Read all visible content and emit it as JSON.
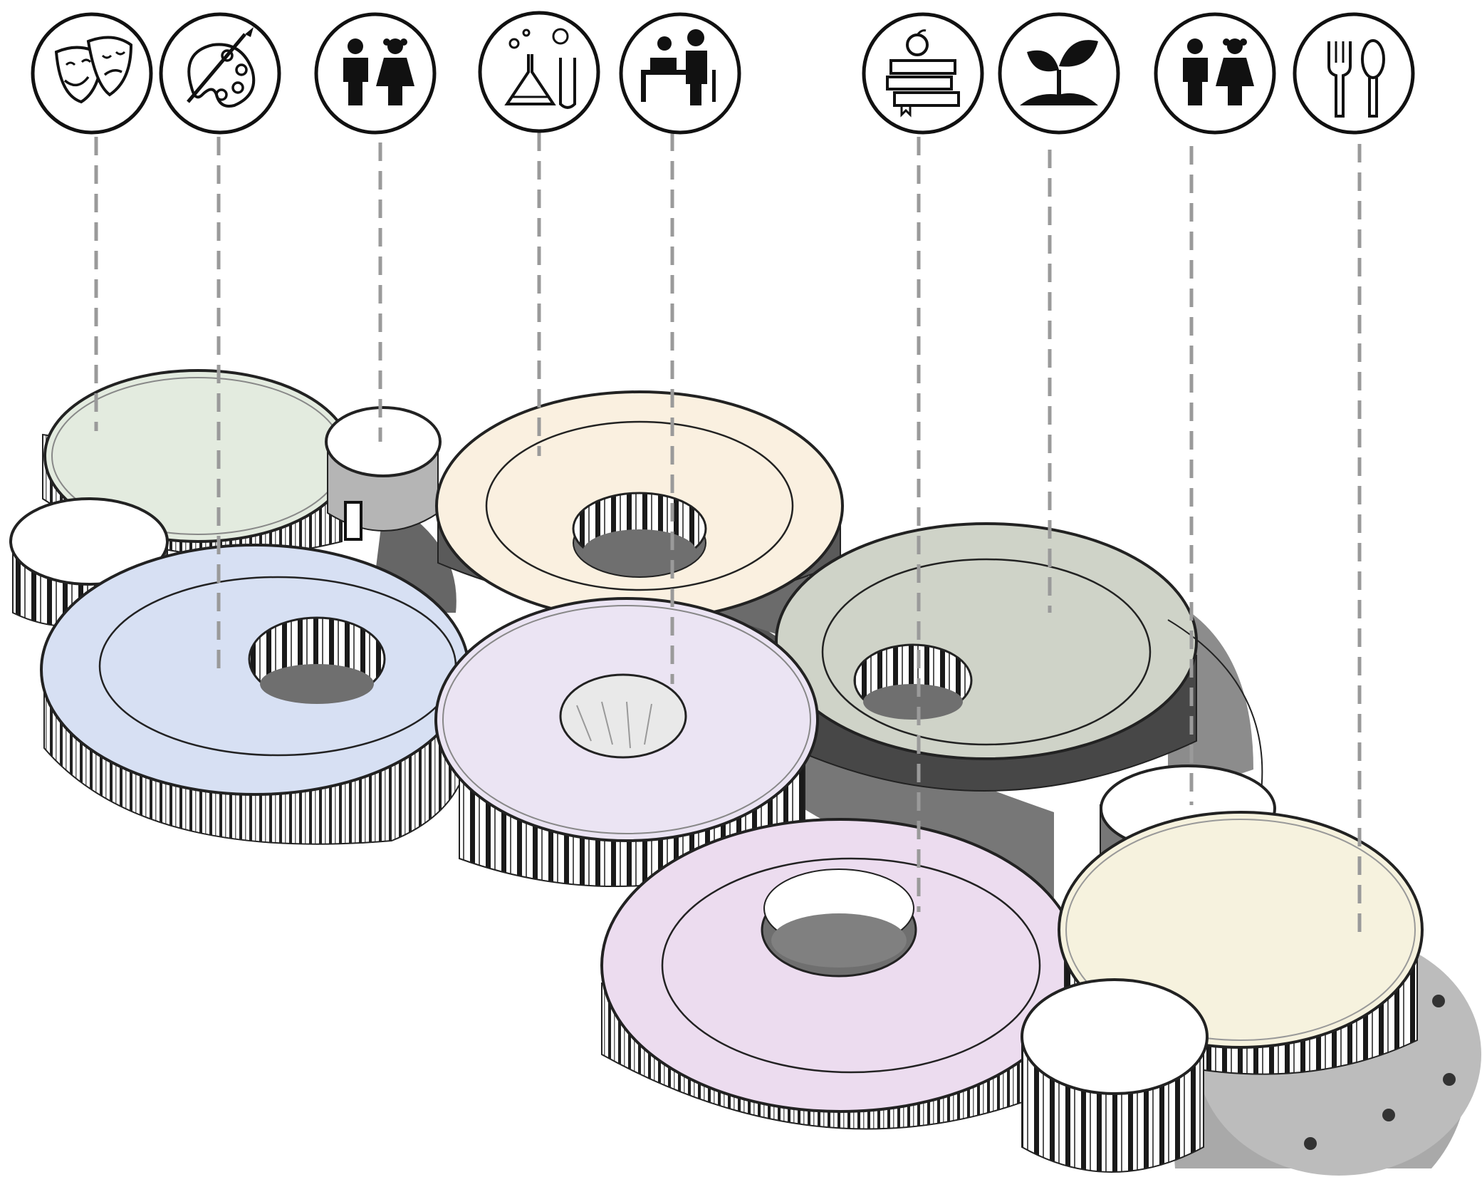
{
  "diagram": {
    "icons": [
      {
        "name": "theater-masks-icon",
        "program": "theater"
      },
      {
        "name": "art-palette-icon",
        "program": "art"
      },
      {
        "name": "children-icon",
        "program": "children"
      },
      {
        "name": "science-flask-icon",
        "program": "science lab"
      },
      {
        "name": "teacher-desk-icon",
        "program": "classroom"
      },
      {
        "name": "books-apple-icon",
        "program": "library"
      },
      {
        "name": "plant-sprout-icon",
        "program": "garden"
      },
      {
        "name": "children-icon",
        "program": "children"
      },
      {
        "name": "fork-spoon-icon",
        "program": "dining"
      }
    ],
    "colors": {
      "green_roof": "#e3ebdf",
      "blue_roof": "#d7e0f3",
      "peach_roof": "#faf0e0",
      "lilac_roof": "#ebe4f3",
      "sage_roof": "#cfd3c8",
      "pink_roof": "#ecdcef",
      "cream_roof": "#f6f2de",
      "leader_line": "#9a9a9a",
      "outline": "#222222"
    }
  }
}
